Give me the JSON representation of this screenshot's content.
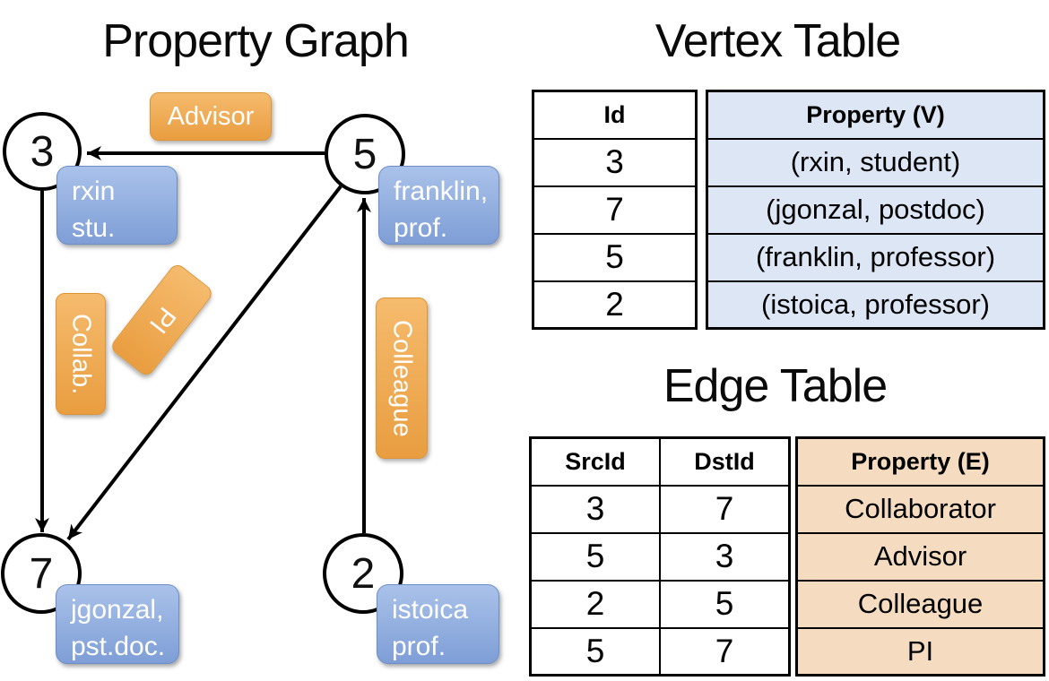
{
  "graph": {
    "title": "Property Graph",
    "nodes": [
      {
        "id": "3",
        "prop1": "rxin",
        "prop2": "stu."
      },
      {
        "id": "5",
        "prop1": "franklin,",
        "prop2": "prof."
      },
      {
        "id": "7",
        "prop1": "jgonzal,",
        "prop2": "pst.doc."
      },
      {
        "id": "2",
        "prop1": "istoica",
        "prop2": "prof."
      }
    ],
    "edge_labels": [
      {
        "label": "Advisor"
      },
      {
        "label": "Collab."
      },
      {
        "label": "PI"
      },
      {
        "label": "Colleague"
      }
    ]
  },
  "vertex_table": {
    "title": "Vertex Table",
    "columns": [
      "Id",
      "Property (V)"
    ],
    "rows": [
      [
        "3",
        "(rxin, student)"
      ],
      [
        "7",
        "(jgonzal, postdoc)"
      ],
      [
        "5",
        "(franklin, professor)"
      ],
      [
        "2",
        "(istoica, professor)"
      ]
    ]
  },
  "edge_table": {
    "title": "Edge Table",
    "columns": [
      "SrcId",
      "DstId",
      "Property (E)"
    ],
    "rows": [
      [
        "3",
        "7",
        "Collaborator"
      ],
      [
        "5",
        "3",
        "Advisor"
      ],
      [
        "2",
        "5",
        "Colleague"
      ],
      [
        "5",
        "7",
        "PI"
      ]
    ]
  },
  "colors": {
    "edge_label_fill": "#eda54a",
    "vertex_prop_fill": "#8fadde",
    "vertex_table_fill": "#dce6f5",
    "edge_table_fill": "#f5dcc0",
    "line": "#000000"
  }
}
